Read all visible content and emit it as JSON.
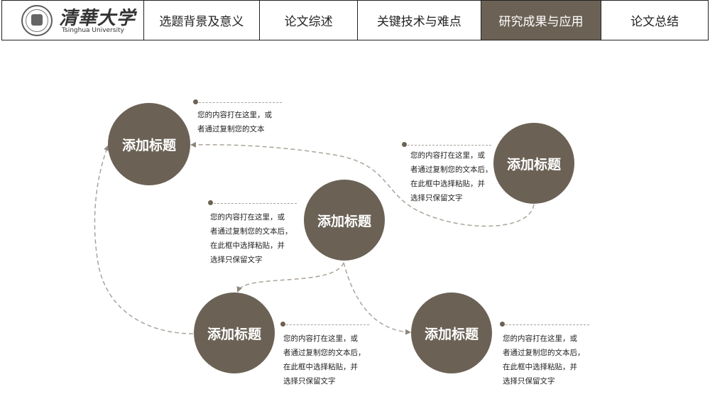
{
  "logo": {
    "name_cn": "清華大学",
    "name_en": "Tsinghua University"
  },
  "nav": {
    "tabs": [
      {
        "label": "选题背景及意义"
      },
      {
        "label": "论文综述"
      },
      {
        "label": "关键技术与难点"
      },
      {
        "label": "研究成果与应用",
        "active": true
      },
      {
        "label": "论文总结"
      }
    ]
  },
  "nodes": [
    {
      "title": "添加标题",
      "text": "您的内容打在这里，或\n者通过复制您的文本"
    },
    {
      "title": "添加标题",
      "text": "您的内容打在这里，或\n者通过复制您的文本后，\n在此框中选择粘贴，并\n选择只保留文字"
    },
    {
      "title": "添加标题",
      "text": "您的内容打在这里，或\n者通过复制您的文本后，\n在此框中选择粘贴，并\n选择只保留文字"
    },
    {
      "title": "添加标题",
      "text": "您的内容打在这里，或\n者通过复制您的文本后，\n在此框中选择粘贴，并\n选择只保留文字"
    },
    {
      "title": "添加标题",
      "text": "您的内容打在这里，或\n者通过复制您的文本后，\n在此框中选择粘贴，并\n选择只保留文字"
    }
  ],
  "colors": {
    "accent": "#6b6255",
    "connector": "#aaa39a",
    "border": "#222222"
  }
}
